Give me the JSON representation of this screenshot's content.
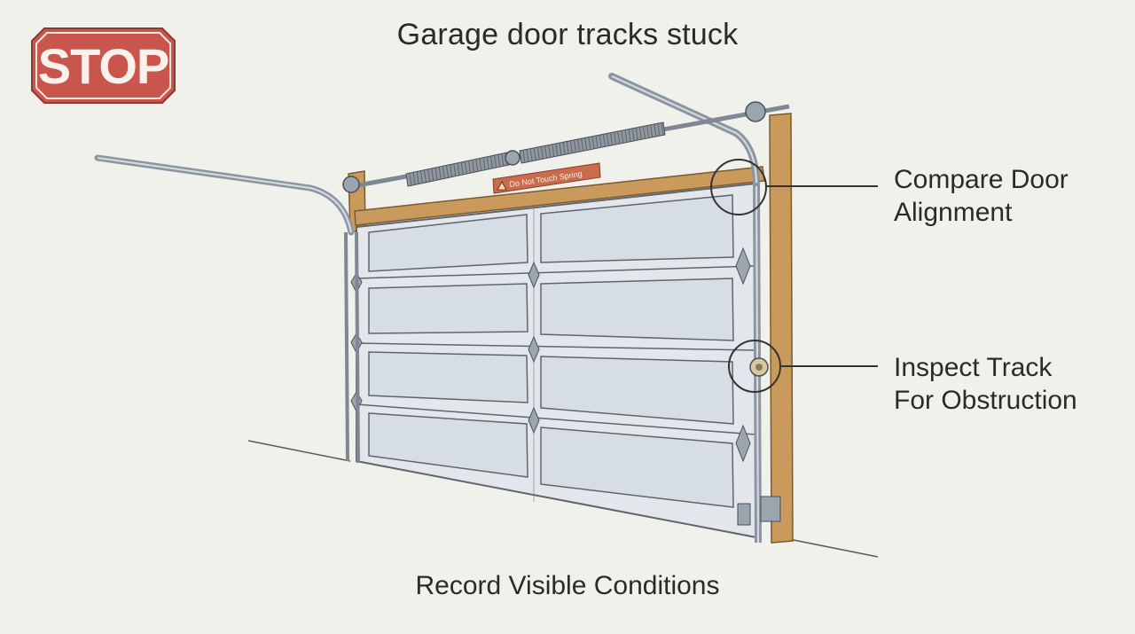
{
  "title": "Garage door tracks stuck",
  "stop_sign": {
    "label": "STOP",
    "color": "#c9564d"
  },
  "warning_label": "Do Not Touch Spring",
  "callouts": [
    {
      "line1": "Compare Door",
      "line2": "Alignment"
    },
    {
      "line1": "Inspect Track",
      "line2": "For Obstruction"
    }
  ],
  "footer": "Record Visible Conditions",
  "colors": {
    "background": "#f1f1ec",
    "panel": "#dfe4ea",
    "track": "#aab4bf",
    "wood": "#c99a5c",
    "text": "#2a2a2a"
  }
}
